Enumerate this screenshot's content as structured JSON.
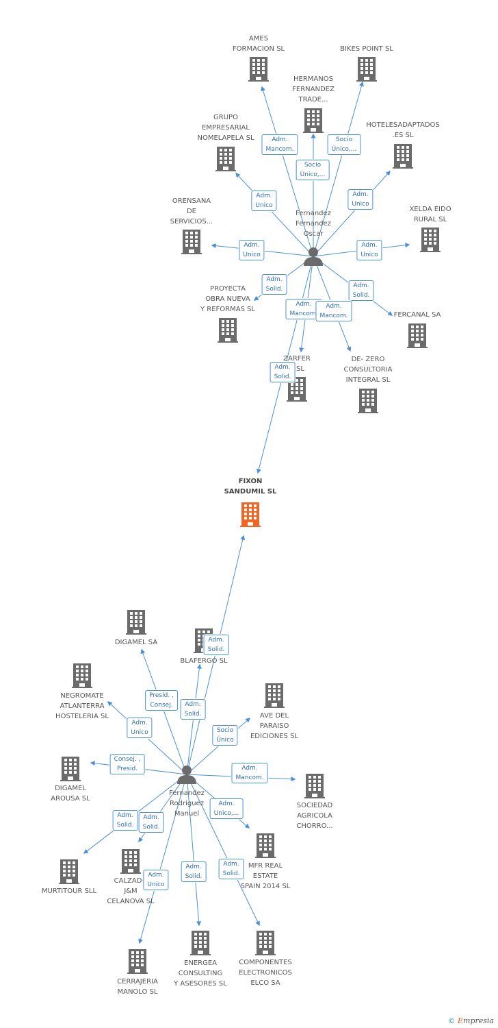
{
  "colors": {
    "edge": "#4a90d9",
    "building": "#6b6b6b",
    "focus": "#f26522",
    "person": "#6b6b6b",
    "badge_border": "#4a90d9",
    "badge_text": "#2e6fb5"
  },
  "focus": {
    "label": "FIXON\nSANDUMIL SL",
    "icon": "building-icon"
  },
  "persons": [
    {
      "id": "p1",
      "label": "Fernandez\nFernandez\nOscar",
      "icon": "person-icon"
    },
    {
      "id": "p2",
      "label": "Fernandez\nRodriguez\nManuel",
      "icon": "person-icon"
    }
  ],
  "companies": [
    {
      "id": "ames",
      "label": "AMES\nFORMACION SL"
    },
    {
      "id": "bikes",
      "label": "BIKES POINT  SL"
    },
    {
      "id": "hermanos",
      "label": "HERMANOS\nFERNANDEZ\nTRADE..."
    },
    {
      "id": "grupo",
      "label": "GRUPO\nEMPRESARIAL\nNOMELAPELA SL"
    },
    {
      "id": "hotel",
      "label": "HOTELESADAPTADOS\n.ES  SL"
    },
    {
      "id": "orensana",
      "label": "ORENSANA\nDE\nSERVICIOS..."
    },
    {
      "id": "xelda",
      "label": "XELDA EIDO\nRURAL SL"
    },
    {
      "id": "proyecta",
      "label": "PROYECTA\nOBRA NUEVA\nY REFORMAS SL"
    },
    {
      "id": "fercanal",
      "label": "FERCANAL SA"
    },
    {
      "id": "zarfer",
      "label": "ZARFER\nA SL"
    },
    {
      "id": "dezero",
      "label": "DE- ZERO\nCONSULTORIA\nINTEGRAL SL"
    },
    {
      "id": "digamel",
      "label": "DIGAMEL SA"
    },
    {
      "id": "blafergo",
      "label": "BLAFERGO SL"
    },
    {
      "id": "negromate",
      "label": "NEGROMATE\nATLANTERRA\nHOSTELERIA SL"
    },
    {
      "id": "ave",
      "label": "AVE DEL\nPARAISO\nEDICIONES SL"
    },
    {
      "id": "digamelarousa",
      "label": "DIGAMEL\nAROUSA SL"
    },
    {
      "id": "sociedad",
      "label": "SOCIEDAD\nAGRICOLA\nCHORRO..."
    },
    {
      "id": "murtitour",
      "label": "MURTITOUR SLL"
    },
    {
      "id": "calzados",
      "label": "CALZADO\nJ&M\nCELANOVA SL"
    },
    {
      "id": "mfr",
      "label": "MFR REAL\nESTATE\nSPAIN 2014  SL"
    },
    {
      "id": "cerrajeria",
      "label": "CERRAJERIA\nMANOLO SL"
    },
    {
      "id": "energea",
      "label": "ENERGEA\nCONSULTING\nY ASESORES SL"
    },
    {
      "id": "componentes",
      "label": "COMPONENTES\nELECTRONICOS\nELCO SA"
    }
  ],
  "relations": [
    {
      "from": "p1",
      "to": "ames",
      "label": "Adm.\nMancom."
    },
    {
      "from": "p1",
      "to": "hermanos",
      "label": "Socio\nÚnico,..."
    },
    {
      "from": "p1",
      "to": "bikes",
      "label": "Socio\nÚnico,..."
    },
    {
      "from": "p1",
      "to": "grupo",
      "label": "Adm.\nUnico"
    },
    {
      "from": "p1",
      "to": "hotel",
      "label": "Adm.\nUnico"
    },
    {
      "from": "p1",
      "to": "orensana",
      "label": "Adm.\nUnico"
    },
    {
      "from": "p1",
      "to": "xelda",
      "label": "Adm.\nUnico"
    },
    {
      "from": "p1",
      "to": "proyecta",
      "label": "Adm.\nSolid."
    },
    {
      "from": "p1",
      "to": "fercanal",
      "label": "Adm.\nSolid."
    },
    {
      "from": "p1",
      "to": "zarfer",
      "label": "Adm.\nMancom."
    },
    {
      "from": "p1",
      "to": "dezero",
      "label": "Adm.\nMancom."
    },
    {
      "from": "p1",
      "to": "focus",
      "label": "Adm.\nSolid."
    },
    {
      "from": "p2",
      "to": "focus",
      "label": "Adm.\nSolid."
    },
    {
      "from": "p2",
      "to": "digamel",
      "label": "Presid. ,\nConsej."
    },
    {
      "from": "p2",
      "to": "blafergo",
      "label": "Adm.\nSolid."
    },
    {
      "from": "p2",
      "to": "negromate",
      "label": "Adm.\nUnico"
    },
    {
      "from": "p2",
      "to": "ave",
      "label": "Socio\nÚnico"
    },
    {
      "from": "p2",
      "to": "digamelarousa",
      "label": "Consej. ,\nPresid."
    },
    {
      "from": "p2",
      "to": "sociedad",
      "label": "Adm.\nMancom."
    },
    {
      "from": "p2",
      "to": "mfr",
      "label": "Adm.\nUnico,..."
    },
    {
      "from": "p2",
      "to": "murtitour",
      "label": "Adm.\nSolid."
    },
    {
      "from": "p2",
      "to": "calzados",
      "label": "Adm.\nSolid."
    },
    {
      "from": "p2",
      "to": "cerrajeria",
      "label": "Adm.\nUnico"
    },
    {
      "from": "p2",
      "to": "energea",
      "label": "Adm.\nSolid."
    },
    {
      "from": "p2",
      "to": "componentes",
      "label": "Adm.\nSolid."
    }
  ],
  "footer": {
    "copyright": "©",
    "brand_initial": "E",
    "brand_rest": "mpresia"
  }
}
